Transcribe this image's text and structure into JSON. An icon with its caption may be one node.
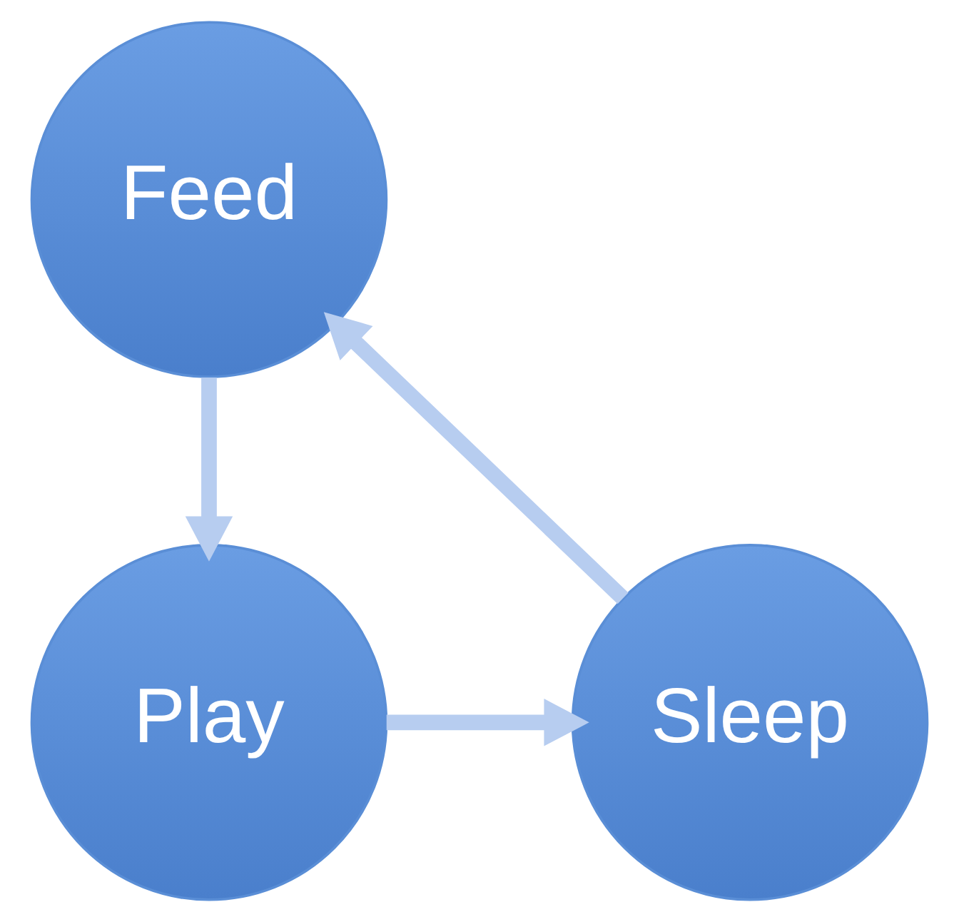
{
  "diagram": {
    "nodes": [
      {
        "text": [
          "Feed"
        ]
      },
      {
        "text": [
          "Play"
        ]
      },
      {
        "text": [
          "Sleep"
        ]
      }
    ],
    "edges": [
      {
        "from": 0,
        "to": 1,
        "arrow": "to"
      },
      {
        "from": 1,
        "to": 2,
        "arrow": "to"
      },
      {
        "from": 2,
        "to": 0,
        "arrow": "to"
      }
    ]
  }
}
